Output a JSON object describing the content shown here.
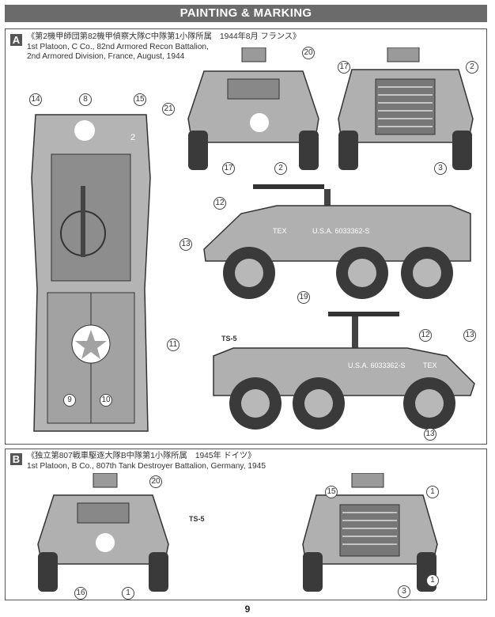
{
  "header": {
    "title": "PAINTING & MARKING"
  },
  "schemes": [
    {
      "letter": "A",
      "jp": "《第2機甲師団第82機甲偵察大隊C中隊第1小隊所属　1944年8月 フランス》",
      "en1": "1st Platoon, C Co., 82nd Armored Recon Battalion,",
      "en2": "2nd Armored Division, France, August, 1944",
      "markings": {
        "serial": "U.S.A. 6033362-S",
        "name": "TEX"
      },
      "callouts": {
        "top": [
          "14",
          "8",
          "15",
          "11",
          "9",
          "10"
        ],
        "front": [
          "20",
          "21",
          "17",
          "2"
        ],
        "rear": [
          "17",
          "2",
          "3"
        ],
        "side1": [
          "12",
          "13",
          "19"
        ],
        "side2": [
          "12",
          "13",
          "13"
        ],
        "paint": "TS-5"
      }
    },
    {
      "letter": "B",
      "jp": "《独立第807戦車駆逐大隊B中隊第1小隊所属　1945年 ドイツ》",
      "en1": "1st Platoon, B Co., 807th Tank Destroyer Battalion, Germany, 1945",
      "callouts": {
        "front": [
          "20",
          "16",
          "1"
        ],
        "rear": [
          "15",
          "1",
          "1",
          "3"
        ],
        "paint": "TS-5"
      }
    }
  ],
  "page_number": "9"
}
